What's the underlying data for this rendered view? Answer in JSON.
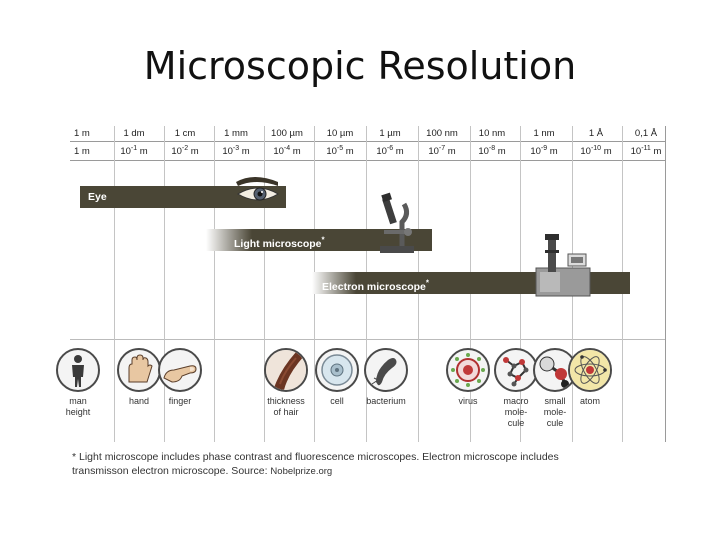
{
  "title": "Microscopic Resolution",
  "scale": {
    "units": [
      "1 m",
      "1 dm",
      "1 cm",
      "1 mm",
      "100 µm",
      "10 µm",
      "1 µm",
      "100 nm",
      "10 nm",
      "1 nm",
      "1 Å",
      "0,1 Å"
    ],
    "powers": [
      {
        "base": "1 m",
        "exp": "",
        "unit": ""
      },
      {
        "base": "10",
        "exp": "-1",
        "unit": " m"
      },
      {
        "base": "10",
        "exp": "-2",
        "unit": " m"
      },
      {
        "base": "10",
        "exp": "-3",
        "unit": " m"
      },
      {
        "base": "10",
        "exp": "-4",
        "unit": " m"
      },
      {
        "base": "10",
        "exp": "-5",
        "unit": " m"
      },
      {
        "base": "10",
        "exp": "-6",
        "unit": " m"
      },
      {
        "base": "10",
        "exp": "-7",
        "unit": " m"
      },
      {
        "base": "10",
        "exp": "-8",
        "unit": " m"
      },
      {
        "base": "10",
        "exp": "-9",
        "unit": " m"
      },
      {
        "base": "10",
        "exp": "-10",
        "unit": " m"
      },
      {
        "base": "10",
        "exp": "-11",
        "unit": " m"
      }
    ]
  },
  "bands": {
    "eye": "Eye",
    "light": "Light microscope",
    "light_mark": "*",
    "electron": "Electron microscope",
    "electron_mark": "*"
  },
  "objects": [
    "man\nheight",
    "hand",
    "finger",
    "thickness\nof hair",
    "cell",
    "bacterium",
    "virus",
    "macro\nmole-\ncule",
    "small\nmole-\ncule",
    "atom"
  ],
  "footnote": {
    "line1": "* Light microscope includes phase contrast and fluorescence microscopes. Electron microscope includes",
    "line2_text": "transmisson electron microscope. Source: ",
    "source": "Nobelprize.org"
  },
  "colors": {
    "band_fill": "#4a4636",
    "band_fade": "#ffffff",
    "grid": "#c4c4c4"
  }
}
